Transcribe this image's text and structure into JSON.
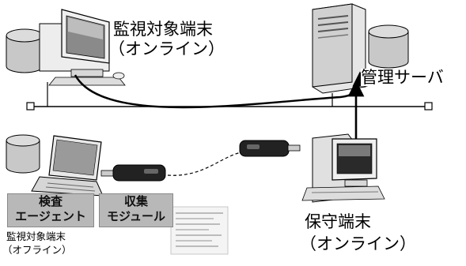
{
  "labels": {
    "monitored_online_line1": "監視対象端末",
    "monitored_online_line2": "（オンライン）",
    "management_server": "管理サーバ",
    "inspection_agent_line1": "検査",
    "inspection_agent_line2": "エージェント",
    "collection_module_line1": "収集",
    "collection_module_line2": "モジュール",
    "monitored_offline_line1": "監視対象端末",
    "monitored_offline_line2": "（オフライン）",
    "maintenance_line1": "保守端末",
    "maintenance_line2": "（オンライン）"
  },
  "colors": {
    "line": "#000000",
    "box_fill": "#b8b8b8",
    "device_gray": "#c8c8c8"
  },
  "icons": [
    "database-icon",
    "desktop-computer-icon",
    "server-tower-icon",
    "laptop-icon",
    "usb-stick-icon",
    "document-icon"
  ]
}
